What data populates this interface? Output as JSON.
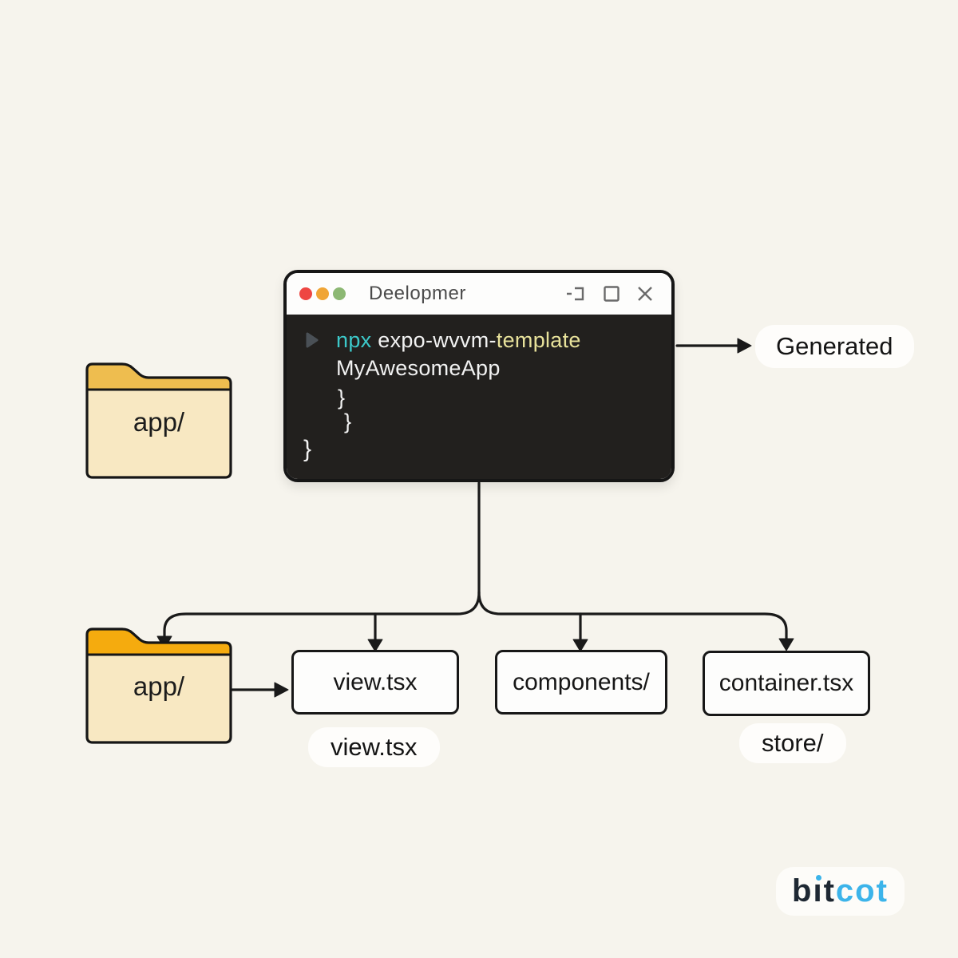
{
  "page": {
    "background": "#f6f4ed"
  },
  "terminal": {
    "title": "Deelopmer",
    "traffic_lights": {
      "red": "#ee4642",
      "yellow": "#f0a535",
      "green": "#8cb873"
    },
    "colors": {
      "background": "#22201e",
      "npx": "#3cc8c9",
      "template": "#e8e29b",
      "text": "#f2f2f2"
    },
    "command": {
      "npx": "npx",
      "package": "expo-wvvm-",
      "template": "template",
      "app_name": "MyAwesomeApp"
    },
    "braces": {
      "line1": "}",
      "line2": "}",
      "line3": "}"
    }
  },
  "generated": {
    "label": "Generated"
  },
  "top_folder": {
    "label": "app/",
    "tab_color": "#eebd4f",
    "body_color": "#f8e8c2"
  },
  "bottom_folder": {
    "label": "app/",
    "tab_color": "#f5ab0e",
    "body_color": "#f8e8c2"
  },
  "boxes": {
    "view": "view.tsx",
    "components": "components/",
    "container": "container.tsx"
  },
  "sub_labels": {
    "view": "view.tsx",
    "store": "store/"
  },
  "logo": {
    "b": "b",
    "i": "ı",
    "t": "t",
    "cot": "cot",
    "dark_color": "#1e2833",
    "blue_color": "#3cb4ea"
  }
}
